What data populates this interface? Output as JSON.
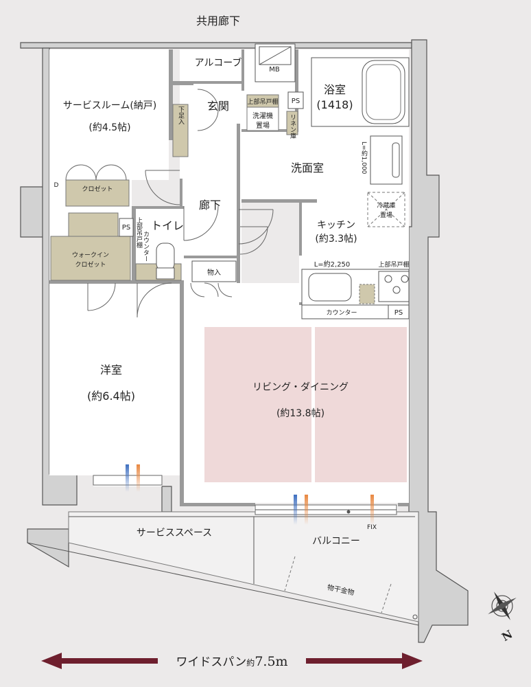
{
  "labels": {
    "corridor": "共用廊下",
    "alcove": "アルコーブ",
    "mb": "MB",
    "bathroom": "浴室",
    "bathroom_size": "(1418)",
    "service_room": "サービスルーム(納戸)",
    "service_room_size": "(約4.5帖)",
    "genkan": "玄関",
    "shoe_storage": "下足入",
    "upper_cabinet_1": "上部吊戸棚",
    "laundry_1": "洗濯機",
    "laundry_2": "置場",
    "ps_1": "PS",
    "linen": "リネン庫",
    "washroom": "洗面室",
    "washroom_dim": "L=約1,000",
    "closet": "クロゼット",
    "d_mark": "D",
    "hallway": "廊下",
    "fridge_1": "冷蔵庫",
    "fridge_2": "置場",
    "kitchen": "キッチン",
    "kitchen_size": "(約3.3帖)",
    "ps_2": "PS",
    "toilet": "トイレ",
    "toilet_side": "上部吊戸棚",
    "toilet_counter": "カウンター",
    "walkin_1": "ウォークイン",
    "walkin_2": "クロゼット",
    "storage": "物入",
    "counter_len": "L=約2,250",
    "upper_cabinet_2": "上部吊戸棚",
    "counter": "カウンター",
    "ps_3": "PS",
    "western_room": "洋室",
    "western_room_size": "(約6.4帖)",
    "living": "リビング・ダイニング",
    "living_size": "(約13.8帖)",
    "fix": "FIX",
    "service_space": "サービススペース",
    "balcony": "バルコニー",
    "laundry_pole": "物干金物",
    "compass": "N",
    "width_label": "ワイドスパン",
    "width_approx": "約",
    "width_value": "7.5m"
  },
  "colors": {
    "ldk_fill": "#efd9d9",
    "beige": "#cfc8ac",
    "wall": "#d2d2d2",
    "arrow": "#6e1f2e",
    "vent_blue": "#5a86c8",
    "vent_orange": "#e89a5a"
  }
}
